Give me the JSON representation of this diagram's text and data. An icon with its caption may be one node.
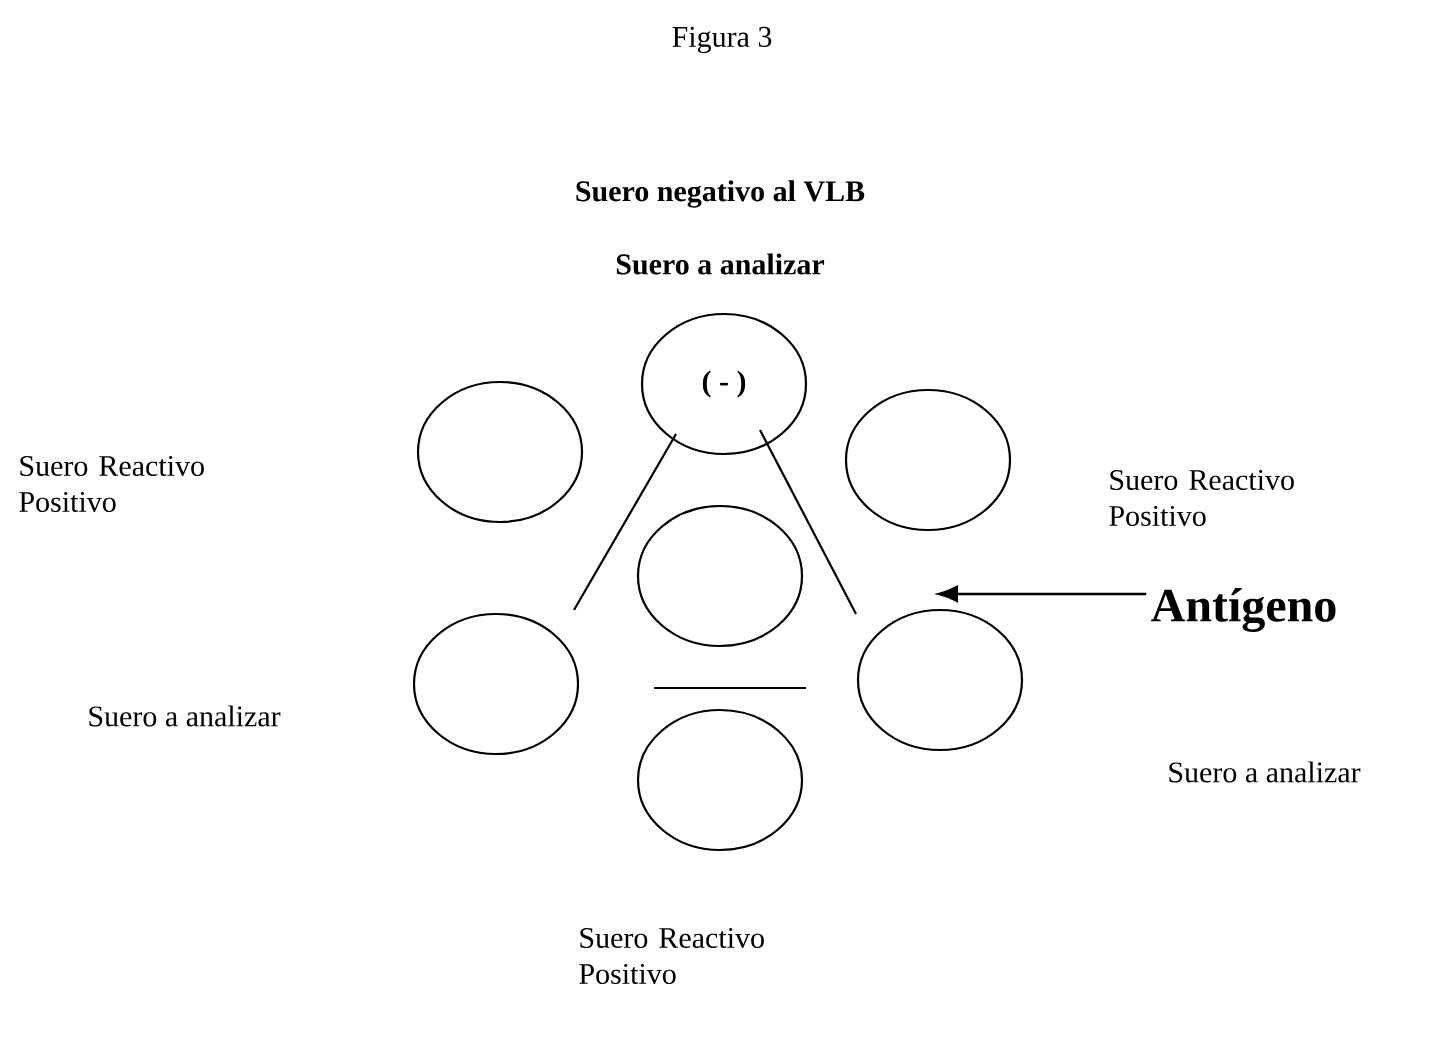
{
  "diagram": {
    "title": "Figura 3",
    "nodes": [
      {
        "text": [
          "( - )"
        ],
        "beside": [
          "Suero negativo al VLB",
          "Suero a analizar"
        ]
      },
      {
        "text": [],
        "shape": "circle"
      },
      {
        "text": [],
        "shape": "circle",
        "beside": [
          "Suero Reactivo Positivo"
        ]
      },
      {
        "text": [],
        "shape": "circle"
      },
      {
        "text": [
          "Antígeno"
        ]
      },
      {
        "text": [],
        "shape": "circle"
      },
      {
        "text": [],
        "shape": "circle"
      },
      {
        "text": [],
        "shape": "circle",
        "beside": [
          "Suero Reactivo Positivo"
        ]
      }
    ],
    "edges": [
      {
        "from": 4,
        "to": 6,
        "arrow": "to"
      }
    ],
    "labels": [
      "Suero Reactivo Positivo",
      "Suero a analizar",
      "Suero a analizar"
    ]
  }
}
